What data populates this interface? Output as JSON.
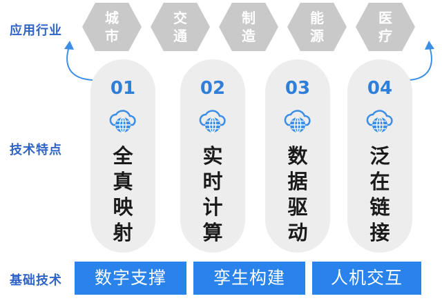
{
  "row_labels": {
    "application": "应用行业",
    "features": "技术特点",
    "foundation": "基础技术"
  },
  "industries": [
    {
      "line1": "城",
      "line2": "市"
    },
    {
      "line1": "交",
      "line2": "通"
    },
    {
      "line1": "制",
      "line2": "造"
    },
    {
      "line1": "能",
      "line2": "源"
    },
    {
      "line1": "医",
      "line2": "疗"
    }
  ],
  "features": [
    {
      "number": "01",
      "chars": [
        "全",
        "真",
        "映",
        "射"
      ],
      "icon": "cloud-globe-icon"
    },
    {
      "number": "02",
      "chars": [
        "实",
        "时",
        "计",
        "算"
      ],
      "icon": "cloud-globe-icon"
    },
    {
      "number": "03",
      "chars": [
        "数",
        "据",
        "驱",
        "动"
      ],
      "icon": "cloud-globe-icon"
    },
    {
      "number": "04",
      "chars": [
        "泛",
        "在",
        "链",
        "接"
      ],
      "icon": "cloud-globe-icon"
    }
  ],
  "foundation_tech": [
    "数字支撑",
    "孪生构建",
    "人机交互"
  ],
  "colors": {
    "accent_blue": "#2a83ea",
    "label_blue": "#2f63c7",
    "hex_gray": "#c9c9c9",
    "pill_gray": "#ededed"
  }
}
